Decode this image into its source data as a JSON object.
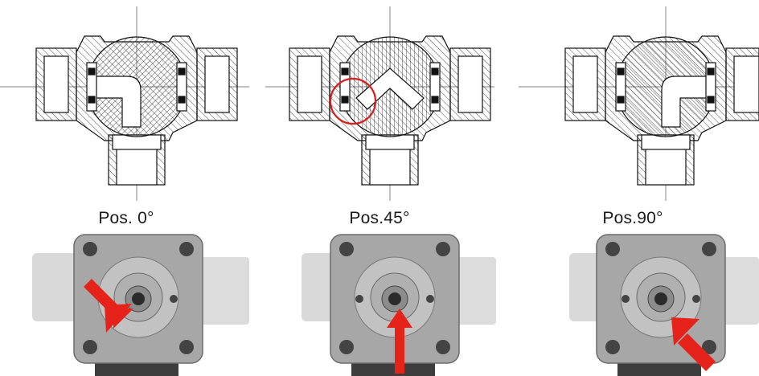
{
  "positions": [
    {
      "label": "Pos. 0°"
    },
    {
      "label": "Pos.45°"
    },
    {
      "label": "Pos.90°"
    }
  ],
  "icons": [
    "valve-cross-section",
    "valve-photo",
    "rotation-arrow",
    "highlight-circle"
  ],
  "colors": {
    "arrow": "#e5231b",
    "highlight": "#d91c1c",
    "line": "#111111",
    "hatch": "#222222"
  }
}
